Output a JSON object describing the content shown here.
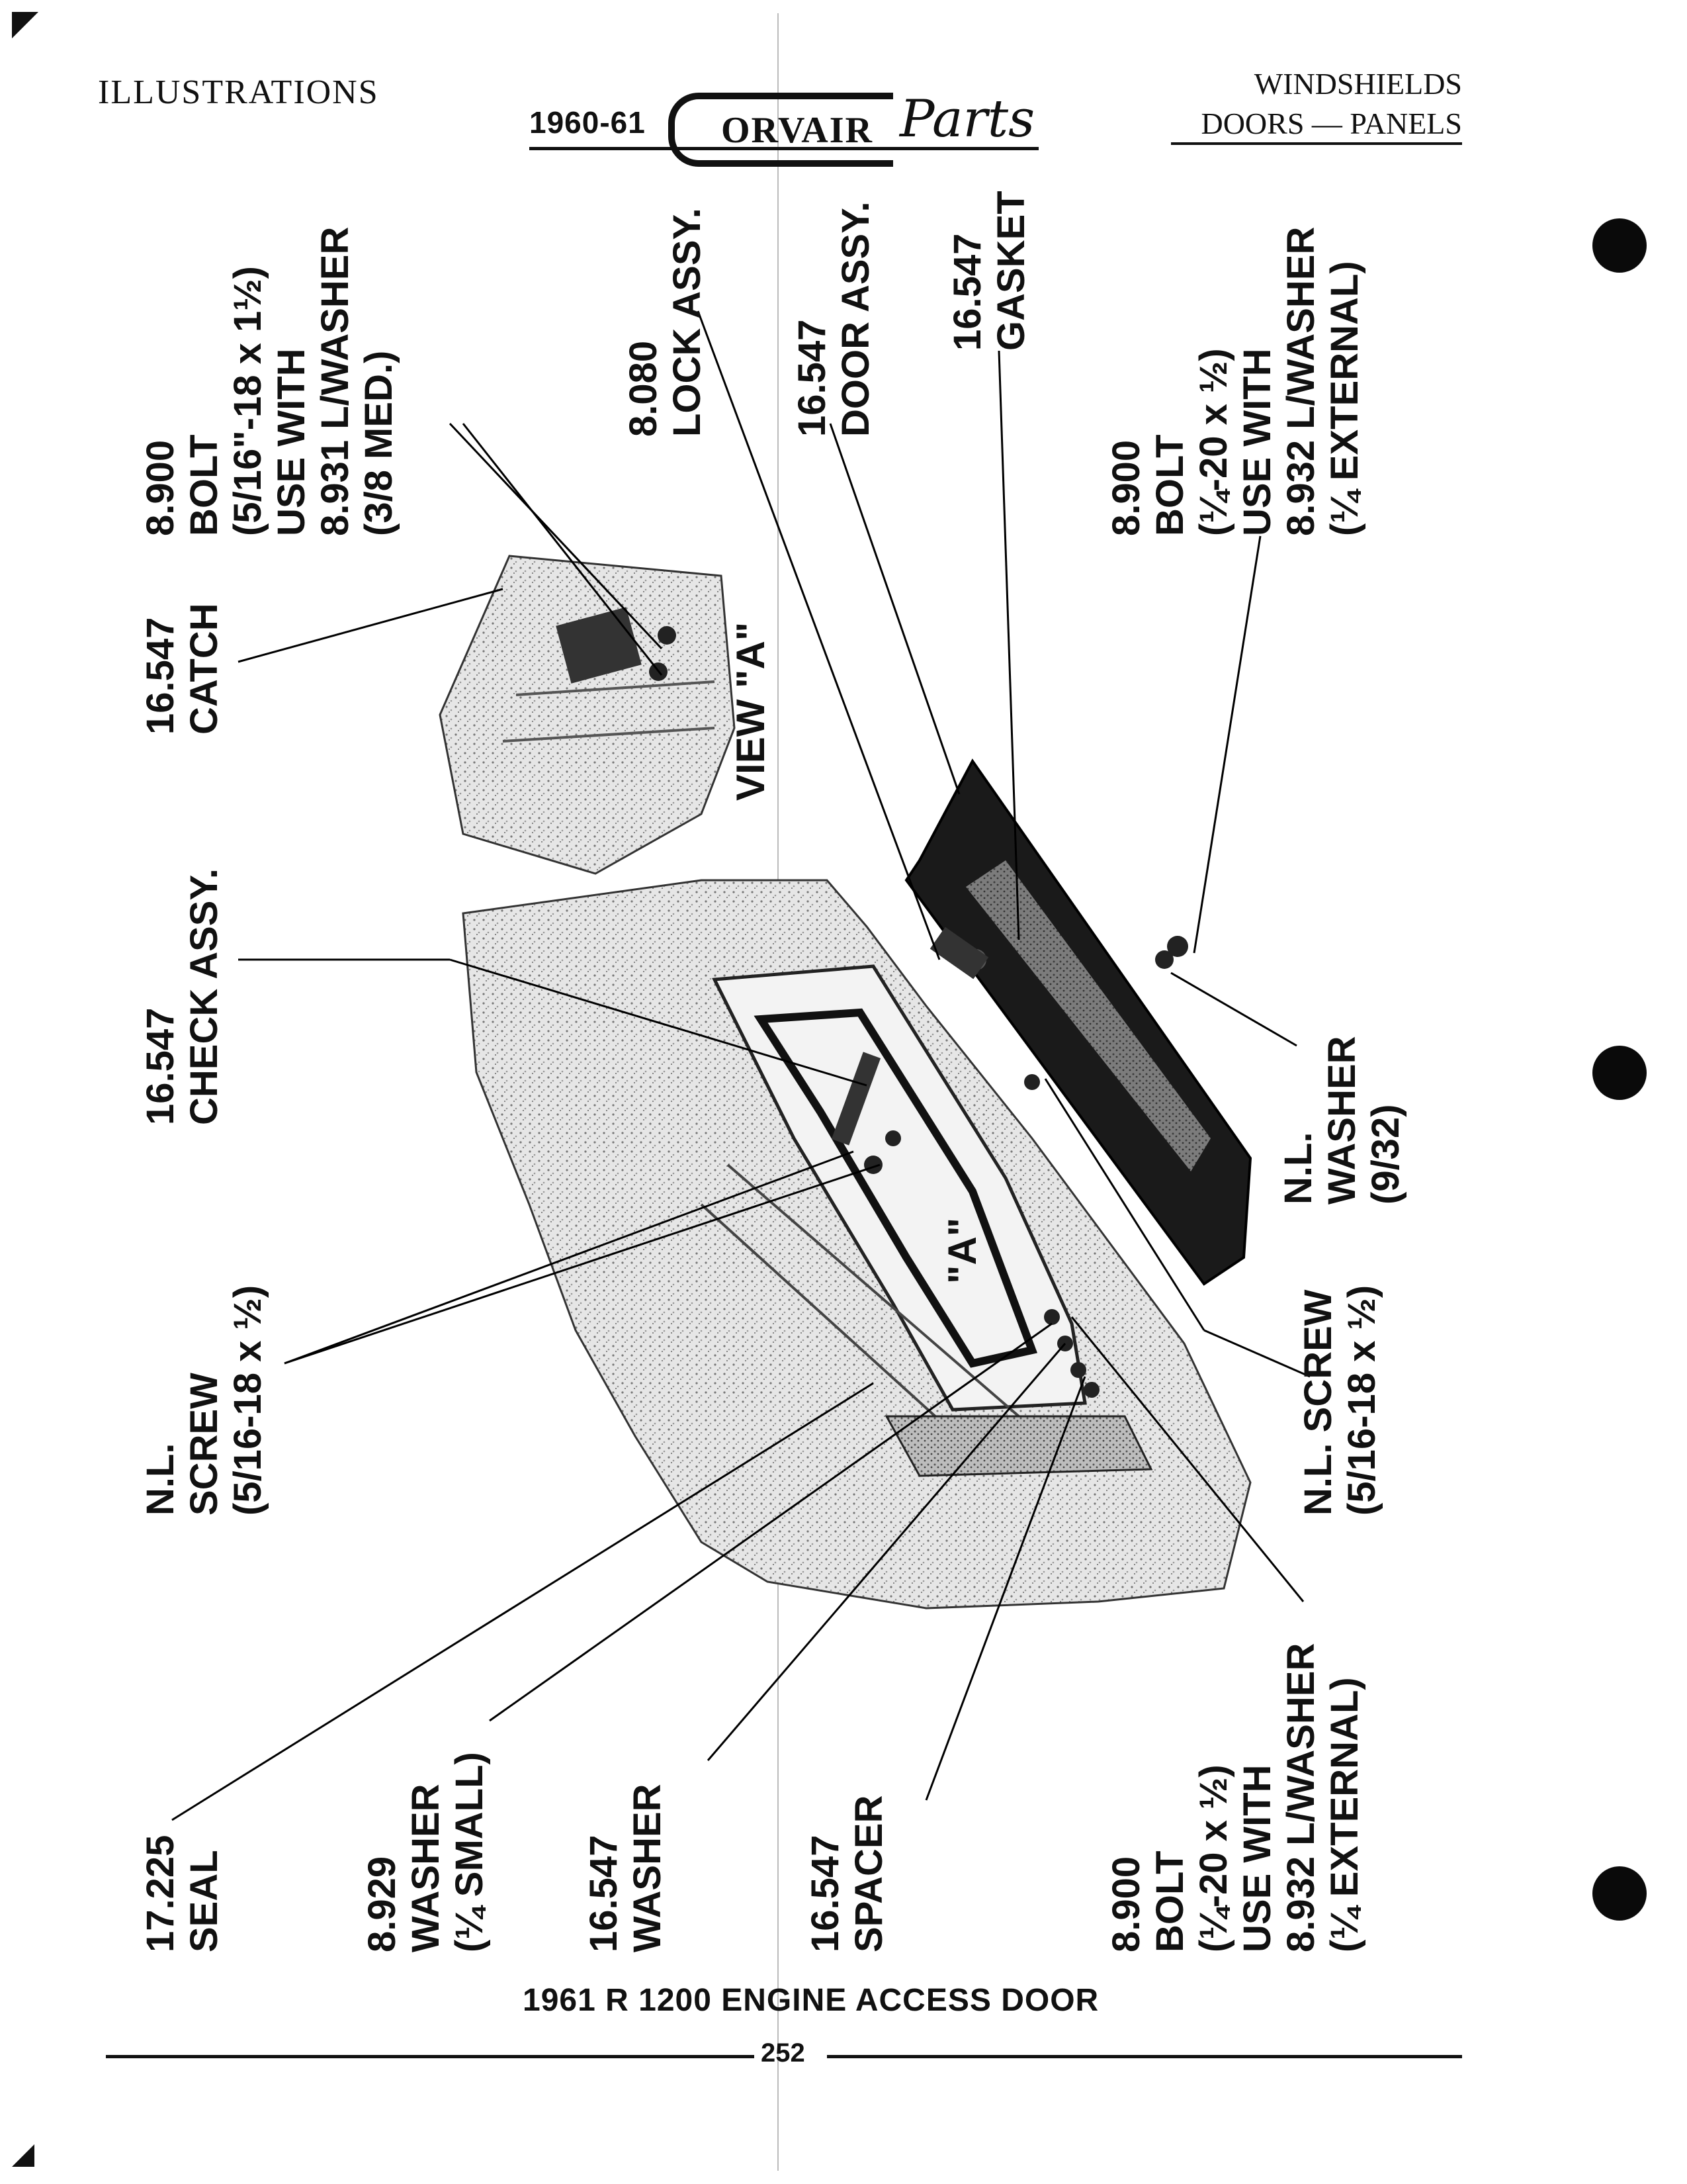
{
  "header": {
    "section": "ILLUSTRATIONS",
    "year": "1960-61",
    "brand": "ORVAIR",
    "brand_script": "Parts",
    "category_line1": "WINDSHIELDS",
    "category_line2": "DOORS — PANELS"
  },
  "view_a_label": "VIEW \"A\"",
  "a_marker": "\"A\"",
  "labels": {
    "catch": "16.547\nCATCH",
    "bolt_top": "8.900\nBOLT\n(5/16\"-18 x 1½)\nUSE WITH\n8.931 L/WASHER\n(3/8 MED.)",
    "lock_assy": "8.080\nLOCK ASSY.",
    "door_assy": "16.547\nDOOR ASSY.",
    "gasket": "16.547\nGASKET",
    "bolt_right": "8.900\nBOLT\n(¼-20 x ½)\nUSE WITH\n8.932 L/WASHER\n(¼ EXTERNAL)",
    "check_assy": "16.547\nCHECK ASSY.",
    "screw_left": "N.L.\nSCREW\n(5/16-18 x ½)",
    "washer_nl": "N.L.\nWASHER\n(9/32)",
    "screw_right": "N.L. SCREW\n(5/16-18 x ½)",
    "seal": "17.225\nSEAL",
    "washer_small": "8.929\nWASHER\n(¼ SMALL)",
    "washer": "16.547\nWASHER",
    "spacer": "16.547\nSPACER",
    "bolt_bottom": "8.900\nBOLT\n(¼-20 x ½)\nUSE WITH\n8.932 L/WASHER\n(¼ EXTERNAL)"
  },
  "caption": "1961 R 1200 ENGINE ACCESS DOOR",
  "page_number": "252"
}
